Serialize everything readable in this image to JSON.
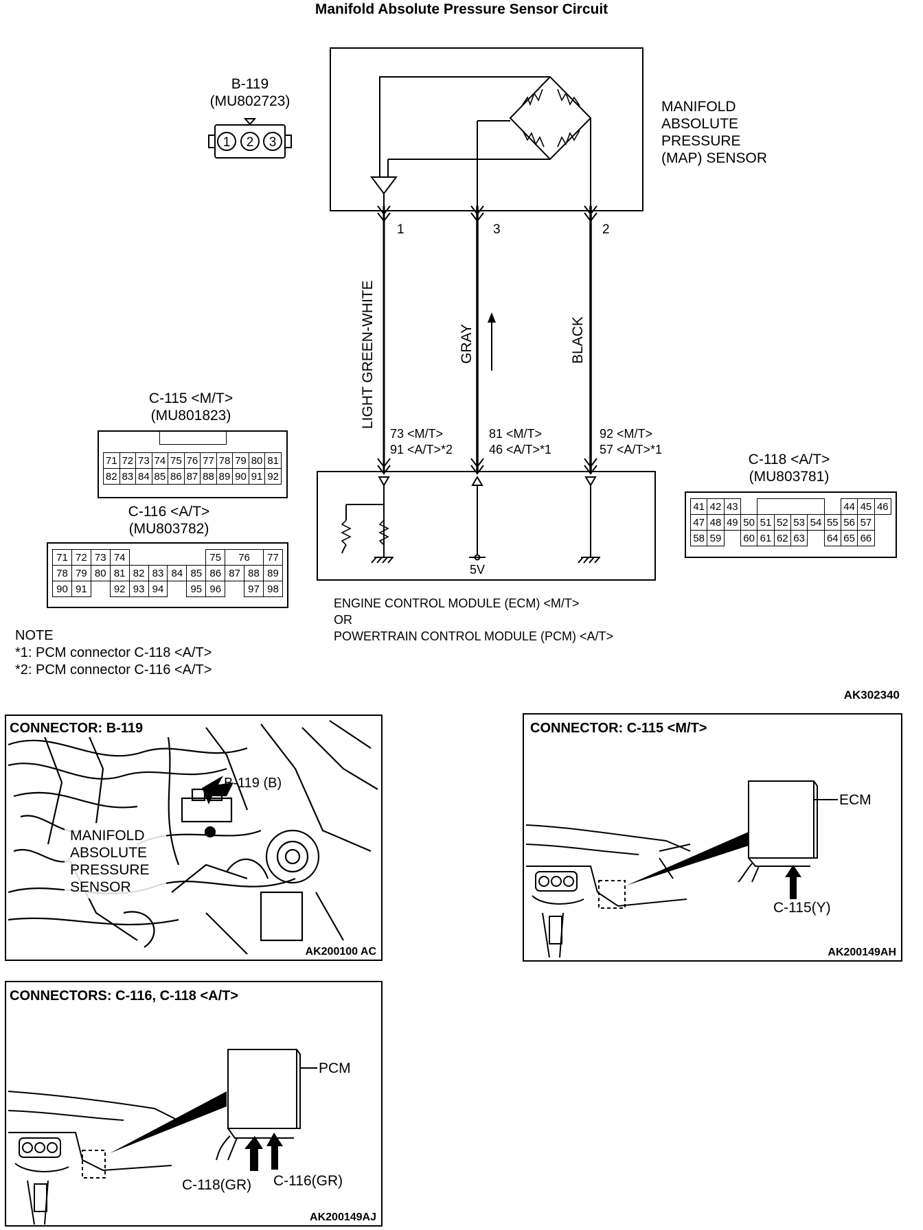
{
  "title": "Manifold Absolute Pressure Sensor Circuit",
  "sensor": {
    "connector": "B-119",
    "part": "(MU802723)",
    "pins": [
      "1",
      "2",
      "3"
    ],
    "label": [
      "MANIFOLD",
      "ABSOLUTE",
      "PRESSURE",
      "(MAP) SENSOR"
    ],
    "pin1": "1",
    "pin3": "3",
    "pin2": "2"
  },
  "wires": {
    "w1": "LIGHT GREEN-WHITE",
    "w3": "GRAY",
    "w2": "BLACK"
  },
  "ecm_pins": {
    "p1a": "73 <M/T>",
    "p1b": "91 <A/T>*2",
    "p3a": "81 <M/T>",
    "p3b": "46 <A/T>*1",
    "p2a": "92 <M/T>",
    "p2b": "57 <A/T>*1",
    "v5": "5V"
  },
  "ecm_label": [
    "ENGINE CONTROL MODULE (ECM) <M/T>",
    "OR",
    "POWERTRAIN CONTROL MODULE (PCM) <A/T>"
  ],
  "c115": {
    "name": "C-115 <M/T>",
    "part": "(MU801823)",
    "row1": [
      "71",
      "72",
      "73",
      "74",
      "75",
      "76",
      "77",
      "78",
      "79",
      "80",
      "81"
    ],
    "row2": [
      "82",
      "83",
      "84",
      "85",
      "86",
      "87",
      "88",
      "89",
      "90",
      "91",
      "92"
    ]
  },
  "c116": {
    "name": "C-116 <A/T>",
    "part": "(MU803782)",
    "row1": [
      "71",
      "72",
      "73",
      "74",
      "",
      "",
      "",
      "",
      "75",
      "76",
      "77"
    ],
    "row2": [
      "78",
      "79",
      "80",
      "81",
      "82",
      "83",
      "84",
      "85",
      "86",
      "87",
      "88",
      "89"
    ],
    "row3": [
      "90",
      "91",
      "",
      "92",
      "93",
      "94",
      "",
      "95",
      "96",
      "",
      "97",
      "98"
    ]
  },
  "c118": {
    "name": "C-118 <A/T>",
    "part": "(MU803781)",
    "row1": [
      "41",
      "42",
      "43",
      "",
      "",
      "",
      "",
      "",
      "44",
      "45",
      "46"
    ],
    "row2": [
      "47",
      "48",
      "49",
      "50",
      "51",
      "52",
      "53",
      "54",
      "55",
      "56",
      "57"
    ],
    "row3": [
      "58",
      "59",
      "",
      "60",
      "61",
      "62",
      "63",
      "",
      "64",
      "65",
      "66"
    ]
  },
  "notes": {
    "heading": "NOTE",
    "n1": "*1: PCM connector C-118 <A/T>",
    "n2": "*2: PCM connector C-116 <A/T>"
  },
  "fig_code": "AK302340",
  "panel_b119": {
    "title": "CONNECTOR: B-119",
    "callout": "B-119 (B)",
    "sensor_label": [
      "MANIFOLD",
      "ABSOLUTE",
      "PRESSURE",
      "SENSOR"
    ],
    "code": "AK200100 AC"
  },
  "panel_c115": {
    "title": "CONNECTOR: C-115 <M/T>",
    "module": "ECM",
    "conn": "C-115(Y)",
    "code": "AK200149AH"
  },
  "panel_c116": {
    "title": "CONNECTORS: C-116, C-118 <A/T>",
    "module": "PCM",
    "conn_a": "C-118(GR)",
    "conn_b": "C-116(GR)",
    "code": "AK200149AJ"
  }
}
